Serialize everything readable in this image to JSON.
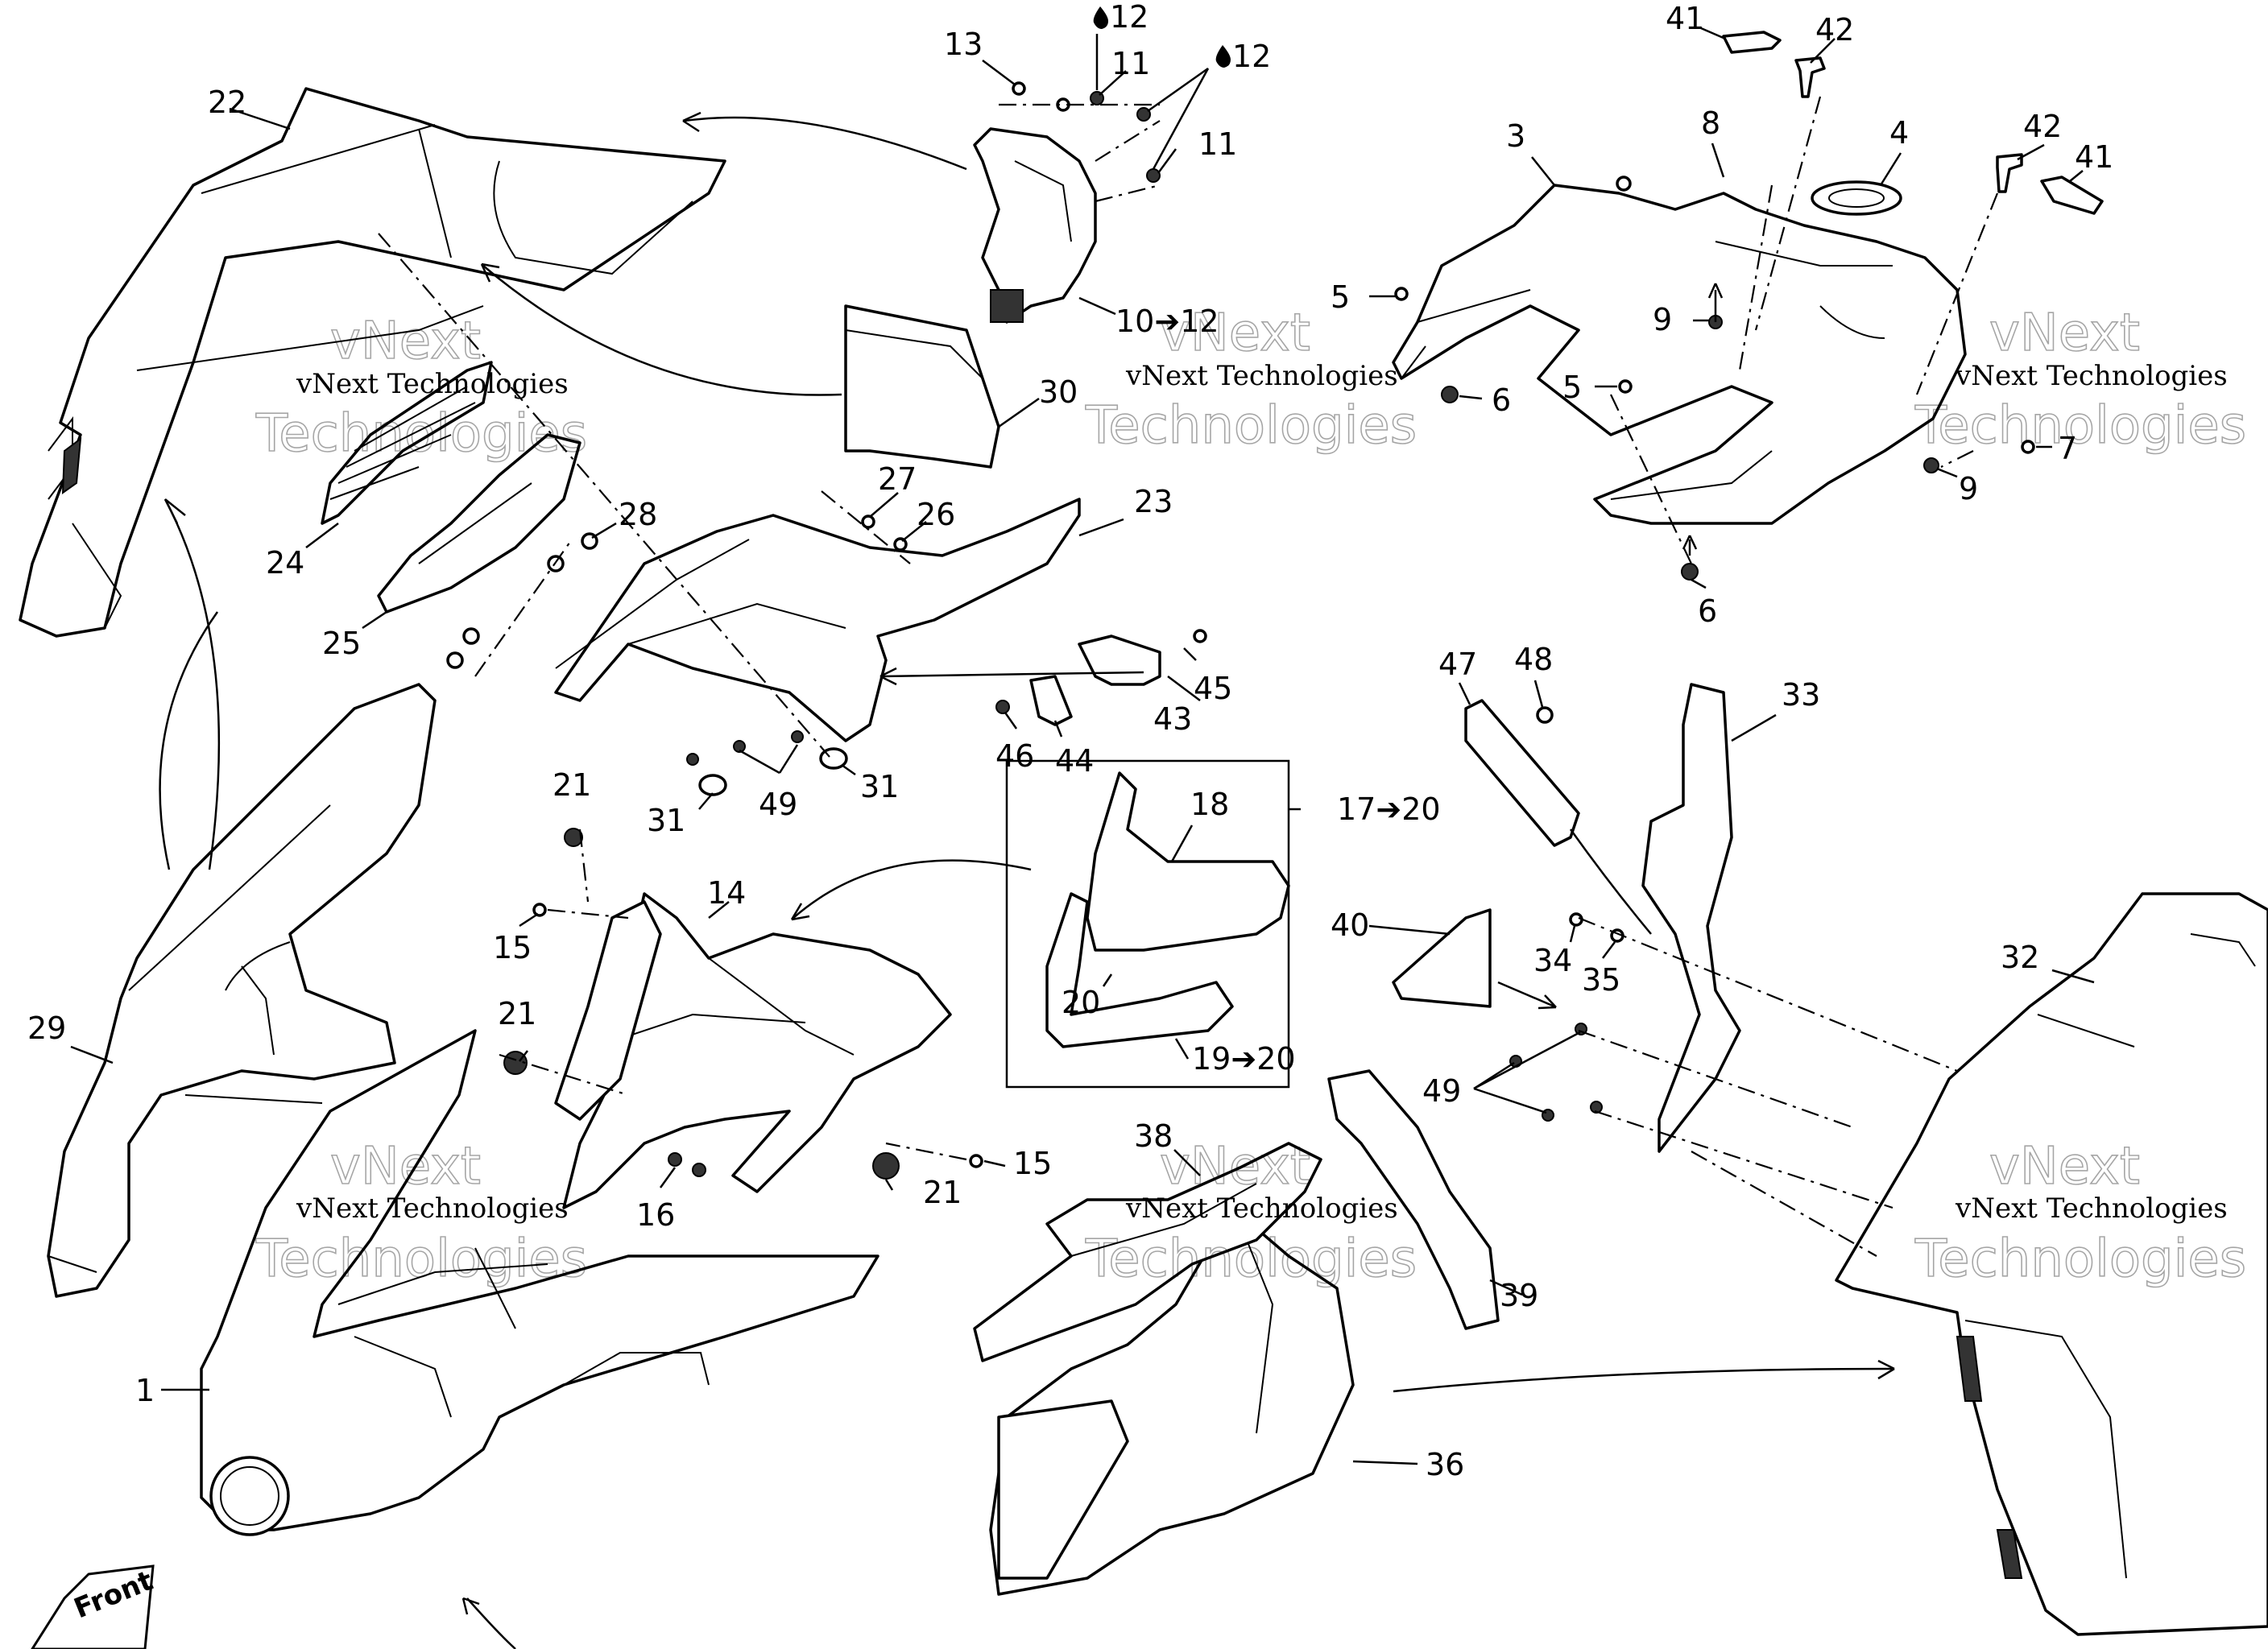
{
  "callouts": [
    {
      "id": "c22",
      "text": "22"
    },
    {
      "id": "c13",
      "text": "13"
    },
    {
      "id": "c12a",
      "text": "12"
    },
    {
      "id": "c11a",
      "text": "11"
    },
    {
      "id": "c12b",
      "text": "12"
    },
    {
      "id": "c11b",
      "text": "11"
    },
    {
      "id": "c10",
      "text": "10➔12"
    },
    {
      "id": "c30",
      "text": "30"
    },
    {
      "id": "c27",
      "text": "27"
    },
    {
      "id": "c26",
      "text": "26"
    },
    {
      "id": "c28",
      "text": "28"
    },
    {
      "id": "c24",
      "text": "24"
    },
    {
      "id": "c25",
      "text": "25"
    },
    {
      "id": "c23",
      "text": "23"
    },
    {
      "id": "c45",
      "text": "45"
    },
    {
      "id": "c43",
      "text": "43"
    },
    {
      "id": "c46",
      "text": "46"
    },
    {
      "id": "c44",
      "text": "44"
    },
    {
      "id": "c31a",
      "text": "31"
    },
    {
      "id": "c49a",
      "text": "49"
    },
    {
      "id": "c31b",
      "text": "31"
    },
    {
      "id": "c21a",
      "text": "21"
    },
    {
      "id": "c14",
      "text": "14"
    },
    {
      "id": "c15a",
      "text": "15"
    },
    {
      "id": "c21b",
      "text": "21"
    },
    {
      "id": "c29",
      "text": "29"
    },
    {
      "id": "c16",
      "text": "16"
    },
    {
      "id": "c21c",
      "text": "21"
    },
    {
      "id": "c15b",
      "text": "15"
    },
    {
      "id": "c18",
      "text": "18"
    },
    {
      "id": "c17",
      "text": "17➔20"
    },
    {
      "id": "c20",
      "text": "20"
    },
    {
      "id": "c19",
      "text": "19➔20"
    },
    {
      "id": "c1",
      "text": "1"
    },
    {
      "id": "c38",
      "text": "38"
    },
    {
      "id": "c36",
      "text": "36"
    },
    {
      "id": "c39",
      "text": "39"
    },
    {
      "id": "c40",
      "text": "40"
    },
    {
      "id": "c41a",
      "text": "41"
    },
    {
      "id": "c42a",
      "text": "42"
    },
    {
      "id": "c8",
      "text": "8"
    },
    {
      "id": "c3",
      "text": "3"
    },
    {
      "id": "c4",
      "text": "4"
    },
    {
      "id": "c42b",
      "text": "42"
    },
    {
      "id": "c41b",
      "text": "41"
    },
    {
      "id": "c5a",
      "text": "5"
    },
    {
      "id": "c9a",
      "text": "9"
    },
    {
      "id": "c6a",
      "text": "6"
    },
    {
      "id": "c5b",
      "text": "5"
    },
    {
      "id": "c7",
      "text": "7"
    },
    {
      "id": "c9b",
      "text": "9"
    },
    {
      "id": "c6b",
      "text": "6"
    },
    {
      "id": "c47",
      "text": "47"
    },
    {
      "id": "c48",
      "text": "48"
    },
    {
      "id": "c33",
      "text": "33"
    },
    {
      "id": "c34",
      "text": "34"
    },
    {
      "id": "c35",
      "text": "35"
    },
    {
      "id": "c32",
      "text": "32"
    },
    {
      "id": "c49b",
      "text": "49"
    }
  ],
  "watermarks": {
    "line1": "vNext Technologies",
    "line2": "vNext",
    "line3": "Technologies"
  },
  "front_badge": "Front"
}
